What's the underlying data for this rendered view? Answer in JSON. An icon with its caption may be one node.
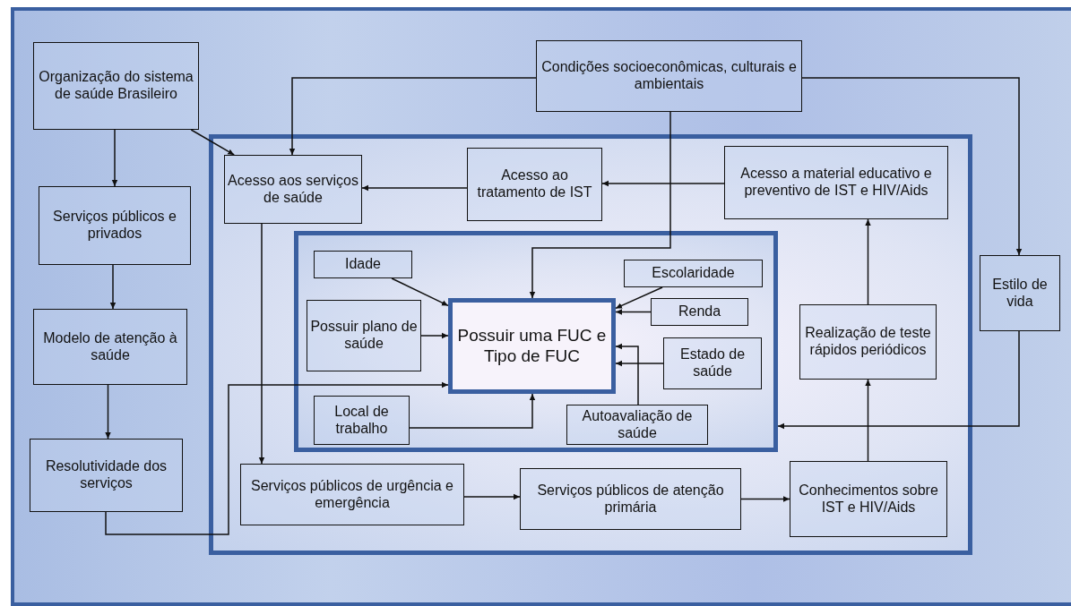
{
  "diagram": {
    "nodes": [
      {
        "text": [
          "Organização do sistema de saúde Brasileiro"
        ]
      },
      {
        "text": [
          "Condições socioeconômicas, culturais e ambientais"
        ]
      },
      {
        "text": [
          "Serviços públicos e privados"
        ]
      },
      {
        "text": [
          "Modelo de atenção à saúde"
        ]
      },
      {
        "text": [
          "Resolutividade dos serviços"
        ]
      },
      {
        "text": [
          "Estilo de vida"
        ]
      },
      {
        "text": [],
        "shape": "box"
      },
      {
        "text": [
          "Acesso aos serviços de saúde"
        ],
        "in": 6
      },
      {
        "text": [
          "Acesso ao tratamento de IST"
        ],
        "in": 6
      },
      {
        "text": [
          "Acesso a material educativo e preventivo de IST e HIV/Aids"
        ],
        "in": 6
      },
      {
        "text": [],
        "shape": "box",
        "in": 6
      },
      {
        "text": [
          "Idade"
        ],
        "in": 10
      },
      {
        "text": [
          "Escolaridade"
        ],
        "in": 10
      },
      {
        "text": [
          "Possuir plano de saúde"
        ],
        "in": 10
      },
      {
        "text": [
          "Possuir uma FUC e Tipo de FUC"
        ],
        "in": 10
      },
      {
        "text": [
          "Renda"
        ],
        "in": 10
      },
      {
        "text": [
          "Estado de saúde"
        ],
        "in": 10
      },
      {
        "text": [
          "Realização de teste rápidos periódicos"
        ],
        "in": 6
      },
      {
        "text": [
          "Local de trabalho"
        ],
        "in": 10
      },
      {
        "text": [
          "Autoavaliação de saúde"
        ],
        "in": 10
      },
      {
        "text": [
          "Serviços públicos de urgência e emergência"
        ],
        "in": 6
      },
      {
        "text": [
          "Serviços públicos de atenção primária"
        ],
        "in": 6
      },
      {
        "text": [
          "Conhecimentos sobre IST e HIV/Aids"
        ],
        "in": 6
      }
    ],
    "edges": [
      {
        "from": 0,
        "to": 2,
        "arrow": "to"
      },
      {
        "from": 2,
        "to": 3,
        "arrow": "to"
      },
      {
        "from": 3,
        "to": 4,
        "arrow": "to"
      },
      {
        "from": 0,
        "to": 7,
        "arrow": "to"
      },
      {
        "from": 1,
        "to": 7,
        "arrow": "to"
      },
      {
        "from": 1,
        "to": 5,
        "arrow": "to"
      },
      {
        "from": 1,
        "to": 14,
        "arrow": "to"
      },
      {
        "from": 8,
        "to": 7,
        "arrow": "to"
      },
      {
        "from": 9,
        "to": 8,
        "arrow": "to"
      },
      {
        "from": 7,
        "to": 20,
        "arrow": "to"
      },
      {
        "from": 20,
        "to": 21,
        "arrow": "to"
      },
      {
        "from": 21,
        "to": 22,
        "arrow": "to"
      },
      {
        "from": 22,
        "to": 17,
        "arrow": "to"
      },
      {
        "from": 17,
        "to": 9,
        "arrow": "to"
      },
      {
        "from": 5,
        "to": 10,
        "arrow": "to"
      },
      {
        "from": 11,
        "to": 14,
        "arrow": "to"
      },
      {
        "from": 12,
        "to": 14,
        "arrow": "to"
      },
      {
        "from": 13,
        "to": 14,
        "arrow": "to"
      },
      {
        "from": 15,
        "to": 14,
        "arrow": "to"
      },
      {
        "from": 16,
        "to": 14,
        "arrow": "to"
      },
      {
        "from": 19,
        "to": 14,
        "arrow": "to"
      },
      {
        "from": 18,
        "to": 14,
        "arrow": "to"
      },
      {
        "from": 4,
        "to": 14,
        "arrow": "to"
      }
    ]
  }
}
